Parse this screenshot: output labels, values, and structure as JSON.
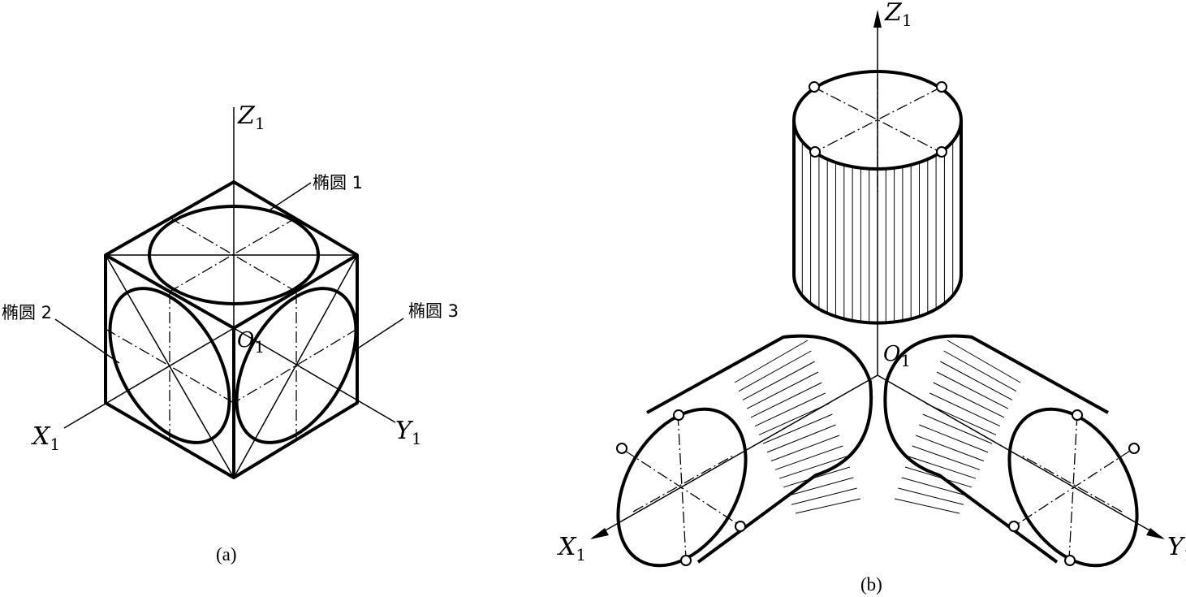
{
  "panel_a": {
    "caption": "(a)",
    "axis_z": "Z",
    "axis_x": "X",
    "axis_y": "Y",
    "axis_subscript": "1",
    "origin": "O",
    "label_ellipse_1": "椭圆 1",
    "label_ellipse_2": "椭圆 2",
    "label_ellipse_3": "椭圆 3"
  },
  "panel_b": {
    "caption": "(b)",
    "axis_z": "Z",
    "axis_x": "X",
    "axis_y": "Y",
    "axis_subscript": "1",
    "origin": "O"
  }
}
